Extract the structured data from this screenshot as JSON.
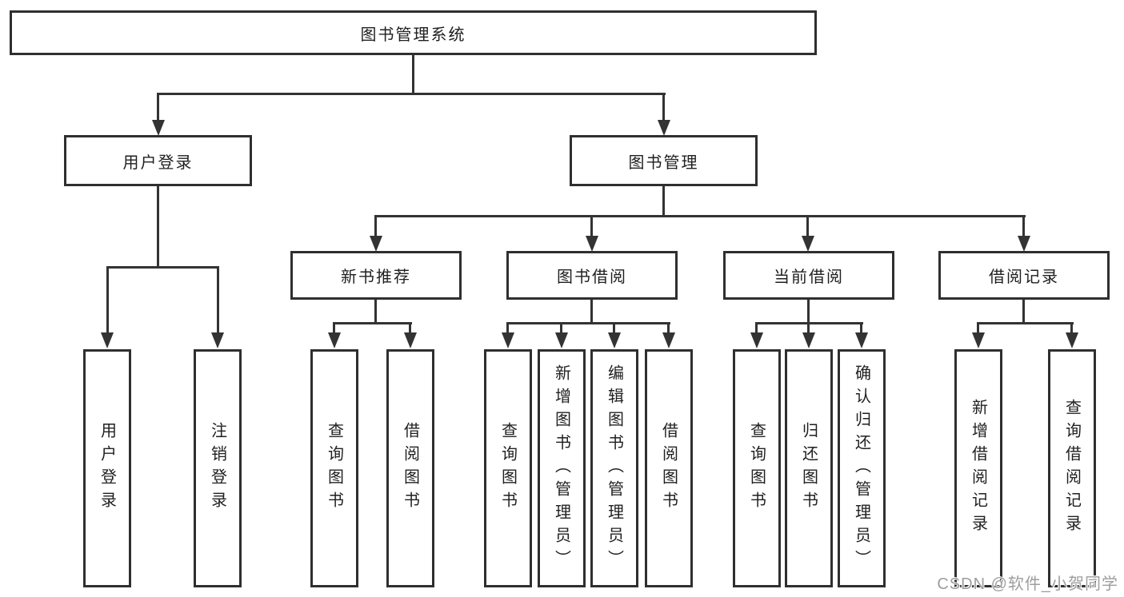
{
  "tree": {
    "root": {
      "label": "图书管理系统"
    },
    "branches": [
      {
        "label": "用户登录",
        "children": [
          "用户登录",
          "注销登录"
        ]
      },
      {
        "label": "图书管理",
        "children": [
          {
            "label": "新书推荐",
            "children": [
              "查询图书",
              "借阅图书"
            ]
          },
          {
            "label": "图书借阅",
            "children": [
              "查询图书",
              "新增图书（管理员）",
              "编辑图书（管理员）",
              "借阅图书"
            ]
          },
          {
            "label": "当前借阅",
            "children": [
              "查询图书",
              "归还图书",
              "确认归还（管理员）"
            ]
          },
          {
            "label": "借阅记录",
            "children": [
              "新增借阅记录",
              "查询借阅记录"
            ]
          }
        ]
      }
    ]
  },
  "watermark": "CSDN @软件_小贺同学",
  "colors": {
    "line": "#333333",
    "box_border": "#2f2f2f",
    "box_fill": "#ffffff",
    "text": "#1f1f1f",
    "watermark": "#9e9e9e"
  }
}
